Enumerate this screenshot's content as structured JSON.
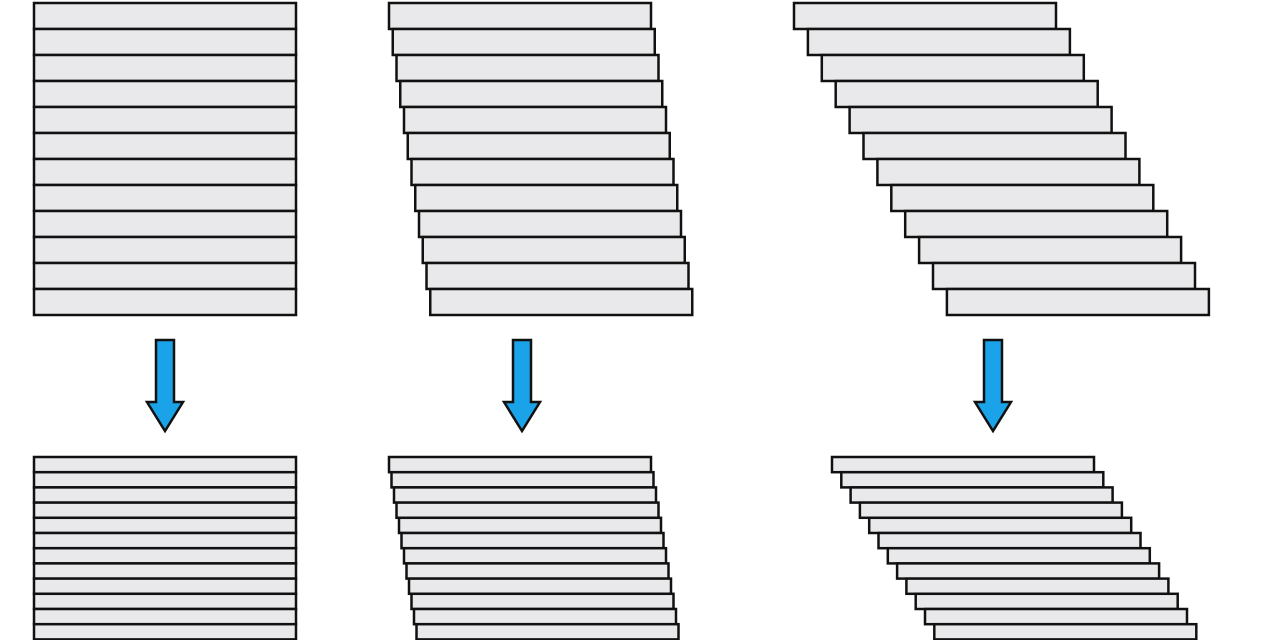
{
  "diagram": {
    "description_free": true,
    "colors": {
      "slab_fill": "#e9e9eb",
      "slab_stroke": "#111111",
      "arrow_fill": "#1aa3e8",
      "background": "#ffffff"
    },
    "icons": {
      "arrow": "down-arrow-icon"
    },
    "panels": [
      {
        "name": "vertical-stack",
        "top_stack": {
          "slab_count": 12,
          "offset": "none"
        },
        "bottom_stack": {
          "slab_count": 12,
          "offset": "none",
          "compressed": true
        }
      },
      {
        "name": "slightly-sheared-stack",
        "top_stack": {
          "slab_count": 12,
          "offset": "slight"
        },
        "bottom_stack": {
          "slab_count": 12,
          "offset": "slight",
          "compressed": true
        }
      },
      {
        "name": "strongly-sheared-stack",
        "top_stack": {
          "slab_count": 12,
          "offset": "strong"
        },
        "bottom_stack": {
          "slab_count": 12,
          "offset": "strong",
          "compressed": true
        }
      }
    ]
  }
}
